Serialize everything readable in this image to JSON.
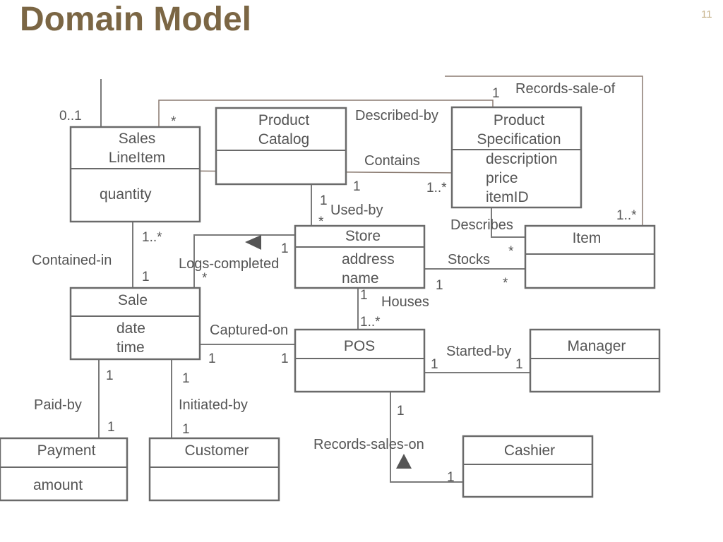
{
  "slide": {
    "title": "Domain Model",
    "number": "11"
  },
  "classes": {
    "sales_line_item": {
      "name": [
        "Sales",
        "LineItem"
      ],
      "attributes": [
        "quantity"
      ]
    },
    "product_catalog": {
      "name": [
        "Product",
        "Catalog"
      ],
      "attributes": []
    },
    "product_specification": {
      "name": [
        "Product",
        "Specification"
      ],
      "attributes": [
        "description",
        "price",
        "itemID"
      ]
    },
    "store": {
      "name": [
        "Store"
      ],
      "attributes": [
        "address",
        "name"
      ]
    },
    "item": {
      "name": [
        "Item"
      ],
      "attributes": []
    },
    "sale": {
      "name": [
        "Sale"
      ],
      "attributes": [
        "date",
        "time"
      ]
    },
    "pos": {
      "name": [
        "POS"
      ],
      "attributes": []
    },
    "manager": {
      "name": [
        "Manager"
      ],
      "attributes": []
    },
    "payment": {
      "name": [
        "Payment"
      ],
      "attributes": [
        "amount"
      ]
    },
    "customer": {
      "name": [
        "Customer"
      ],
      "attributes": []
    },
    "cashier": {
      "name": [
        "Cashier"
      ],
      "attributes": []
    }
  },
  "associations": {
    "records_sale_of": "Records-sale-of",
    "described_by": "Described-by",
    "contains": "Contains",
    "used_by": "Used-by",
    "describes": "Describes",
    "contained_in": "Contained-in",
    "logs_completed": "Logs-completed",
    "stocks": "Stocks",
    "houses": "Houses",
    "captured_on": "Captured-on",
    "started_by": "Started-by",
    "paid_by": "Paid-by",
    "initiated_by": "Initiated-by",
    "records_sales_on": "Records-sales-on"
  },
  "multiplicities": {
    "sli_top": "0..1",
    "sli_star": "*",
    "records_1": "1",
    "item_1star": "1..*",
    "contains_1": "1",
    "contains_1star": "1..*",
    "usedby_1": "1",
    "usedby_star": "*",
    "sli_1star": "1..*",
    "sale_1": "1",
    "logs_1": "1",
    "logs_star": "*",
    "describes_star": "*",
    "stocks_1": "1",
    "stocks_star": "*",
    "houses_1": "1",
    "houses_1star": "1..*",
    "captured_sale_1": "1",
    "captured_pos_1": "1",
    "started_pos_1": "1",
    "started_mgr_1": "1",
    "paidby_sale_1": "1",
    "paidby_pay_1": "1",
    "init_sale_1": "1",
    "init_cust_1": "1",
    "recsales_pos_1": "1",
    "recsales_cash_1": "1"
  }
}
